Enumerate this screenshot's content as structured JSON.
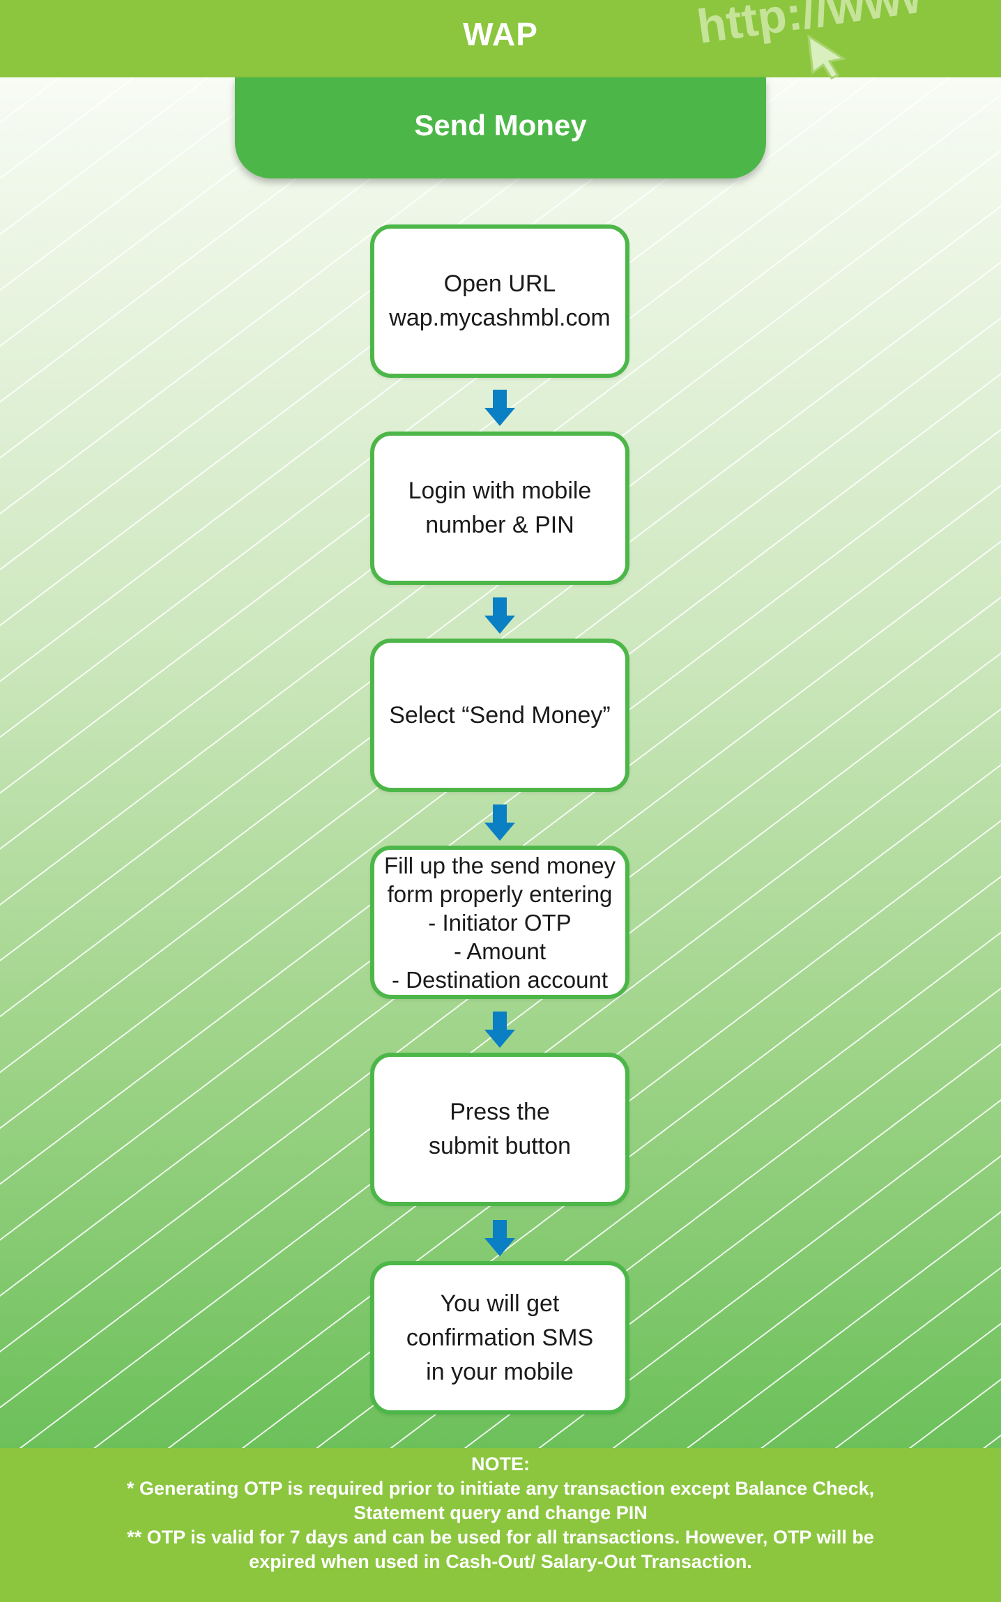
{
  "header": {
    "title": "WAP",
    "decoration_text": "http://www"
  },
  "tab": {
    "title": "Send Money"
  },
  "steps": [
    {
      "text": "Open URL\nwap.mycashmbl.com"
    },
    {
      "text": "Login with mobile\nnumber & PIN"
    },
    {
      "text": "Select “Send Money”"
    },
    {
      "text": "Fill up the send money\nform properly entering\n- Initiator OTP\n- Amount\n- Destination account"
    },
    {
      "text": "Press the\nsubmit button"
    },
    {
      "text": "You will get\nconfirmation SMS\nin your mobile"
    }
  ],
  "note": {
    "heading": "NOTE:",
    "line1": "* Generating OTP is required prior to initiate any transaction except Balance Check,",
    "line2": "Statement query and change PIN",
    "line3": "** OTP is valid for 7 days and can be used for all transactions. However, OTP will be",
    "line4": "expired when used in Cash-Out/ Salary-Out Transaction."
  },
  "colors": {
    "header_green": "#8cc63f",
    "tab_green": "#4cb748",
    "box_border": "#4cb748",
    "arrow_blue": "#0a7fc4"
  },
  "icons": [
    "arrow-down-icon",
    "cursor-arrow-icon"
  ]
}
